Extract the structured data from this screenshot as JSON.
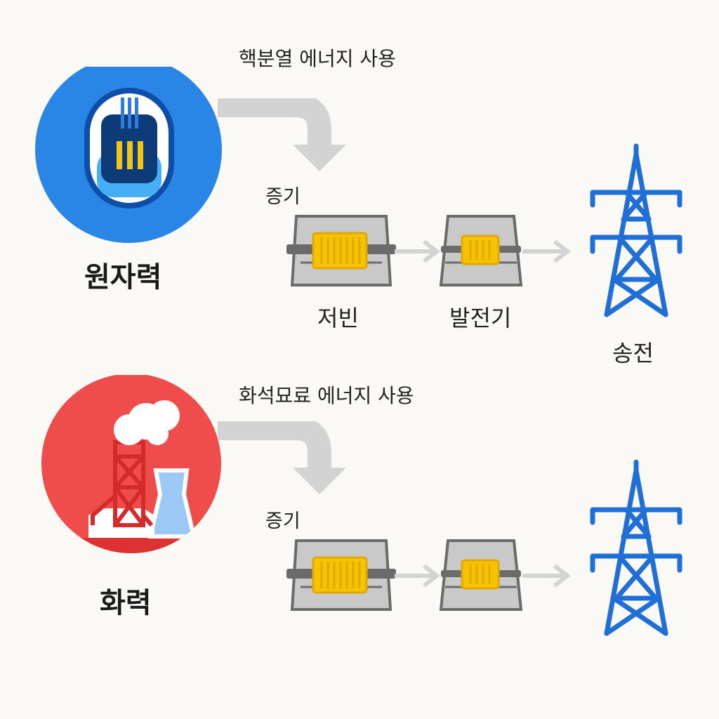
{
  "nuclear": {
    "title": "원자력",
    "energy_label": "핵분열 에너지 사용",
    "steam_label": "증기",
    "turbine_label": "저빈",
    "generator_label": "발전기",
    "transmission_label": "송전",
    "colors": {
      "circle": "#2a86e6",
      "core": "#0d3b78",
      "water": "#46aef5",
      "rods": "#f2c417"
    }
  },
  "thermal": {
    "title": "화력",
    "energy_label": "화석묘료 에너지 사용",
    "steam_label": "증기",
    "colors": {
      "circle": "#ef4c4c",
      "tower": "#d42a2a",
      "cooling": "#9cc8f5"
    }
  },
  "icons": [
    "reactor-icon",
    "power-plant-icon",
    "turbine-icon",
    "generator-icon",
    "transmission-tower-icon",
    "arrow-icon"
  ],
  "colors": {
    "machine_body": "#c9c9c9",
    "machine_outline": "#6b6b6b",
    "coil": "#f7c300",
    "tower": "#1f6fd6",
    "arrow": "#d3d3d3"
  }
}
